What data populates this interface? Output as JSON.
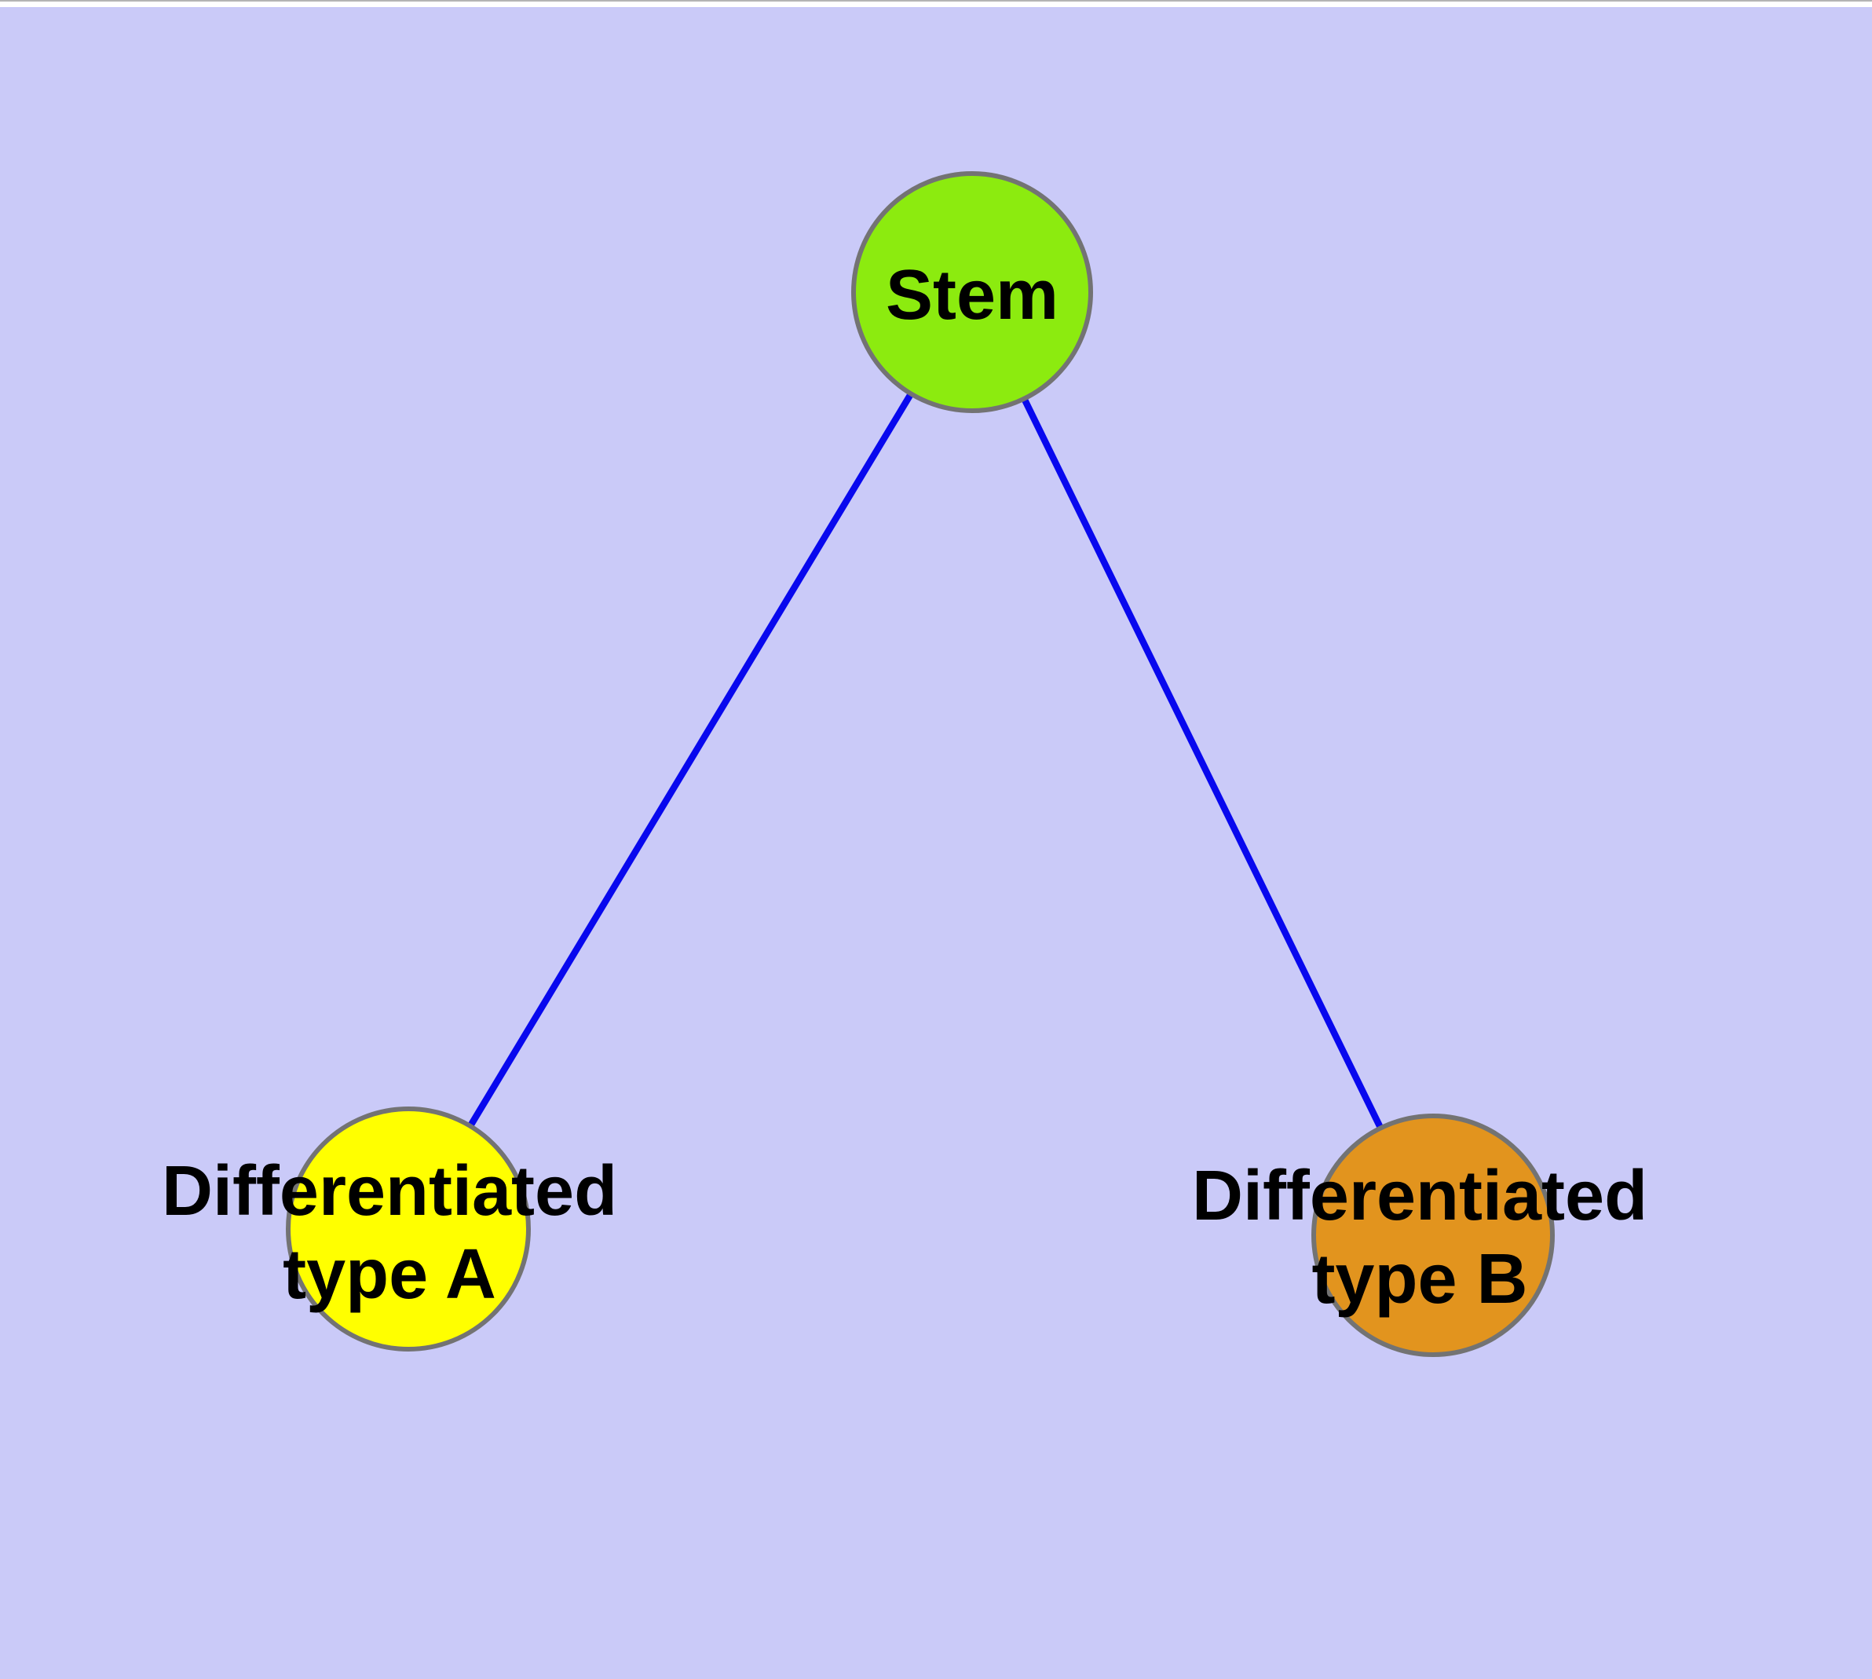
{
  "diagram": {
    "background_color": "#cacaf8",
    "top_strip_color": "#ffffff",
    "colors": {
      "edge": "#0808ee",
      "node_border": "#737373",
      "label_text": "#000000"
    },
    "nodes": {
      "stem": {
        "label": "Stem",
        "fill": "#8ceb0f"
      },
      "type_a": {
        "label_line1": "Differentiated",
        "label_line2": "type A",
        "fill": "#ffff00"
      },
      "type_b": {
        "label_line1": "Differentiated",
        "label_line2": "type B",
        "fill": "#e2941e"
      }
    },
    "edges": [
      {
        "from": "Stem",
        "to": "Differentiated type A"
      },
      {
        "from": "Stem",
        "to": "Differentiated type B"
      }
    ]
  }
}
